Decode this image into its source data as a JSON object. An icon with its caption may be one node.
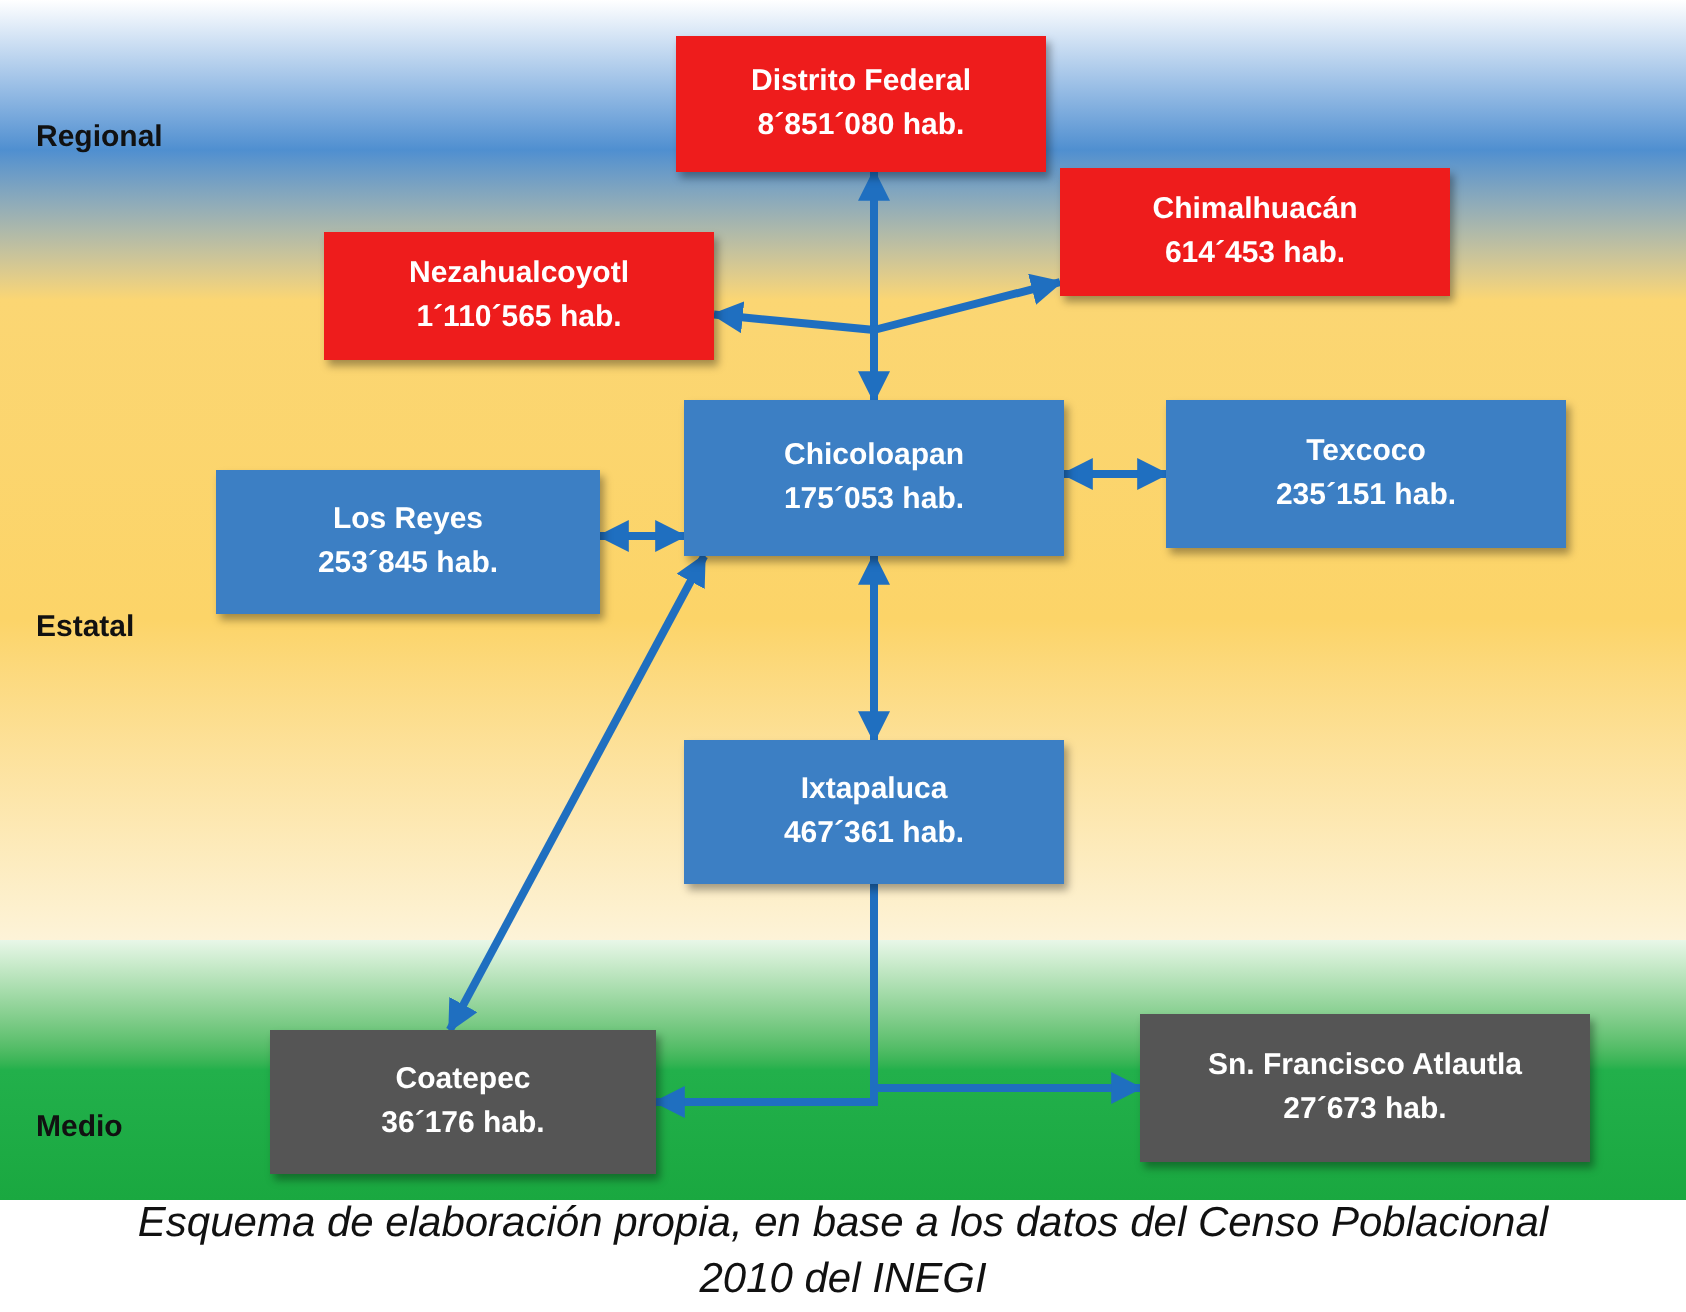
{
  "diagram": {
    "caption": "Esquema de elaboración propia, en base a los datos del Censo Poblacional 2010 del INEGI",
    "nodes": [
      {
        "text": [
          "Distrito Federal",
          "8´851´080 hab."
        ]
      },
      {
        "text": [
          "Nezahualcoyotl",
          "1´110´565 hab."
        ]
      },
      {
        "text": [
          "Chimalhuacán",
          "614´453 hab."
        ]
      },
      {
        "text": [
          "Chicoloapan",
          "175´053 hab."
        ]
      },
      {
        "text": [
          "Los Reyes",
          "253´845 hab."
        ]
      },
      {
        "text": [
          "Texcoco",
          "235´151 hab."
        ]
      },
      {
        "text": [
          "Ixtapaluca",
          "467´361 hab."
        ]
      },
      {
        "text": [
          "Coatepec",
          "36´176 hab."
        ]
      },
      {
        "text": [
          "Sn. Francisco Atlautla",
          "27´673 hab."
        ]
      }
    ],
    "edges": [
      {
        "from": 3,
        "to": 0,
        "arrow": "both"
      },
      {
        "from": 3,
        "to": 1,
        "arrow": "to"
      },
      {
        "from": 3,
        "to": 2,
        "arrow": "to"
      },
      {
        "from": 4,
        "to": 3,
        "arrow": "both"
      },
      {
        "from": 3,
        "to": 5,
        "arrow": "both"
      },
      {
        "from": 3,
        "to": 6,
        "arrow": "both"
      },
      {
        "from": 3,
        "to": 7,
        "arrow": "both"
      },
      {
        "from": 6,
        "to": 7,
        "arrow": "to"
      },
      {
        "from": 6,
        "to": 8,
        "arrow": "to"
      }
    ],
    "labels": [
      "Regional",
      "Estatal",
      "Medio"
    ]
  }
}
